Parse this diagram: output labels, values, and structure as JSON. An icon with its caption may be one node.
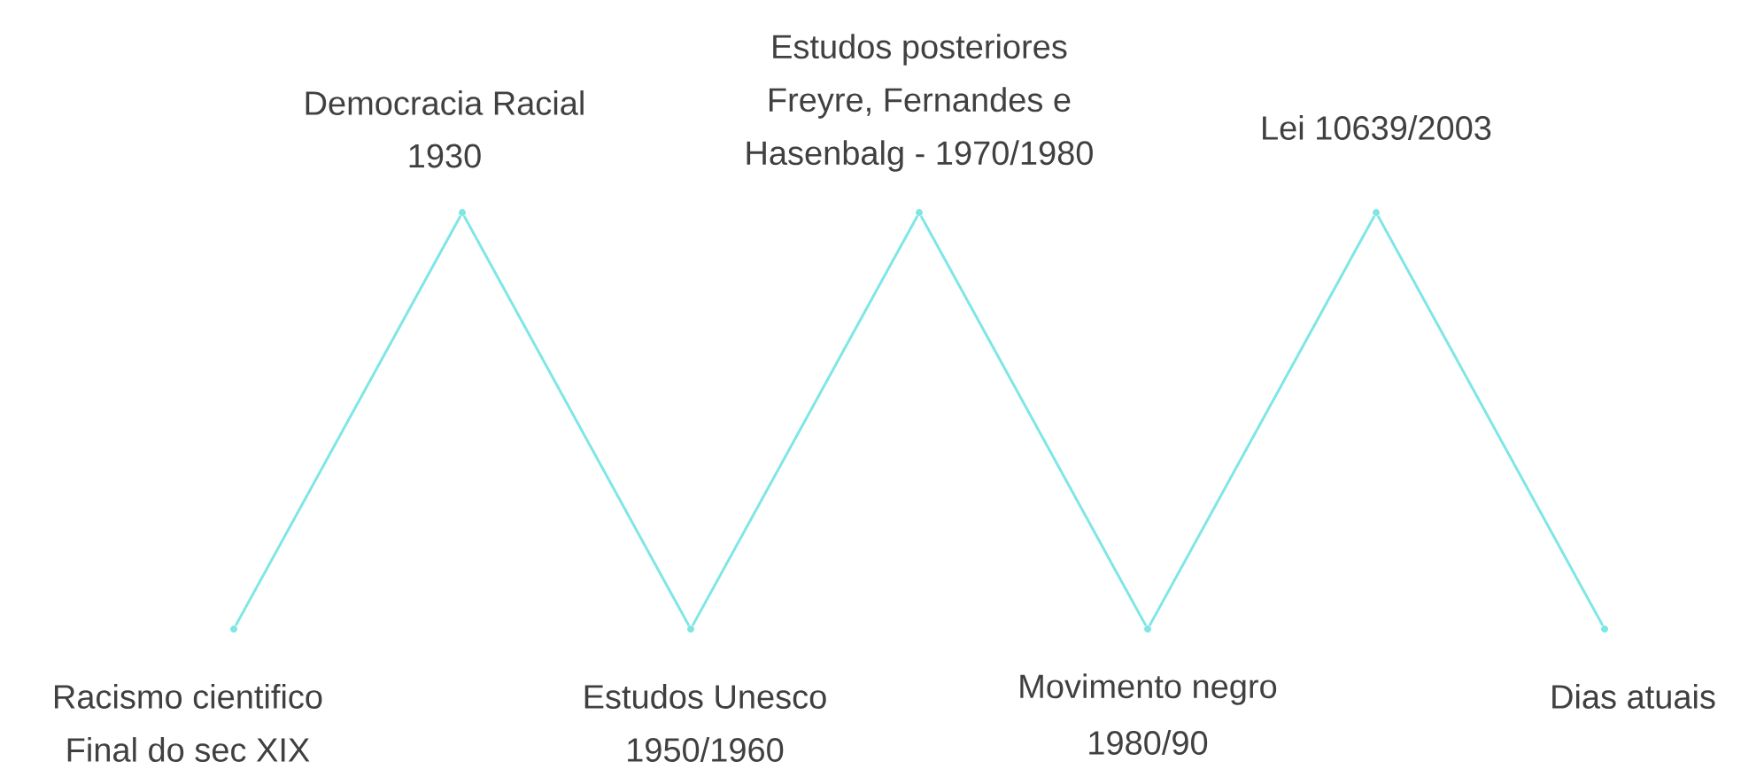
{
  "diagram": {
    "nodes": [
      {
        "text": [],
        "shape": "circle",
        "beside": [
          "Racismo cientifico",
          "Final do sec XIX"
        ]
      },
      {
        "text": [],
        "shape": "circle",
        "beside": [
          "Democracia Racial",
          "1930"
        ]
      },
      {
        "text": [],
        "shape": "circle",
        "beside": [
          "Estudos Unesco",
          "1950/1960"
        ]
      },
      {
        "text": [],
        "shape": "circle",
        "beside": [
          "Estudos posteriores",
          "Freyre, Fernandes e",
          "Hasenbalg - 1970/1980"
        ]
      },
      {
        "text": [],
        "shape": "circle",
        "beside": [
          "Movimento negro",
          "1980/90"
        ]
      },
      {
        "text": [],
        "shape": "circle",
        "beside": [
          "Lei 10639/2003"
        ]
      },
      {
        "text": [],
        "shape": "circle",
        "beside": [
          "Dias atuais"
        ]
      }
    ],
    "edges": [
      {
        "from": 0,
        "to": 1,
        "arrow": "none"
      },
      {
        "from": 1,
        "to": 2,
        "arrow": "none"
      },
      {
        "from": 2,
        "to": 3,
        "arrow": "none"
      },
      {
        "from": 3,
        "to": 4,
        "arrow": "none"
      },
      {
        "from": 4,
        "to": 5,
        "arrow": "none"
      },
      {
        "from": 5,
        "to": 6,
        "arrow": "none"
      }
    ]
  }
}
